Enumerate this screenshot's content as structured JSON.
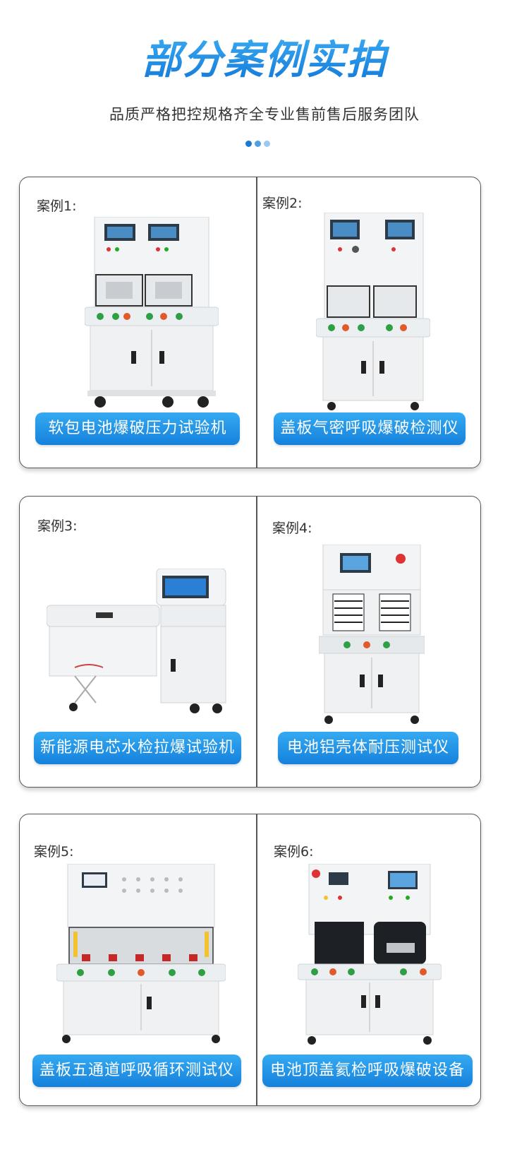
{
  "header": {
    "title": "部分案例实拍",
    "subtitle": "品质严格把控规格齐全专业售前售后服务团队"
  },
  "cases": [
    {
      "label": "案例1:",
      "name": "软包电池爆破压力试验机"
    },
    {
      "label": "案例2:",
      "name": "盖板气密呼吸爆破检测仪"
    },
    {
      "label": "案例3:",
      "name": "新能源电芯水检拉爆试验机"
    },
    {
      "label": "案例4:",
      "name": "电池铝壳体耐压测试仪"
    },
    {
      "label": "案例5:",
      "name": "盖板五通道呼吸循环测试仪"
    },
    {
      "label": "案例6:",
      "name": "电池顶盖氦检呼吸爆破设备"
    }
  ],
  "accent_colors": {
    "pill_top": "#35aaf2",
    "pill_bottom": "#1581dc",
    "title": "#2196e8"
  }
}
